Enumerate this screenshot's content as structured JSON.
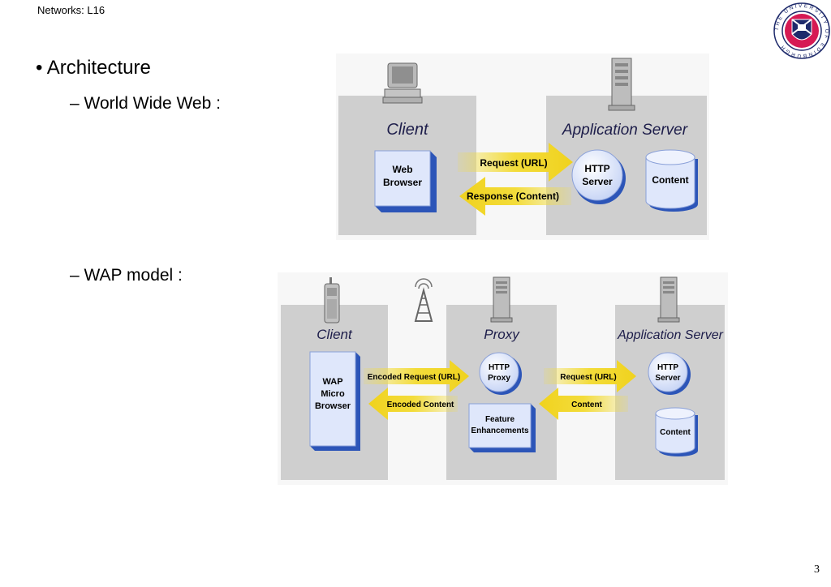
{
  "header": {
    "course": "Networks: L16"
  },
  "slide": {
    "bullet": "Architecture",
    "sub1": "– World Wide Web :",
    "sub2": "– WAP model :",
    "page": "3"
  },
  "logo": {
    "ring_text": "THE UNIVERSITY OF EDINBURGH"
  },
  "www": {
    "client_title": "Client",
    "server_title": "Application Server",
    "browser": [
      "Web",
      "Browser"
    ],
    "request": "Request (URL)",
    "response": "Response (Content)",
    "http": [
      "HTTP",
      "Server"
    ],
    "content": "Content"
  },
  "wap": {
    "client_title": "Client",
    "proxy_title": "Proxy",
    "server_title": "Application Server",
    "browser": [
      "WAP",
      "Micro",
      "Browser"
    ],
    "enc_request": "Encoded Request (URL)",
    "enc_content": "Encoded Content",
    "proxy_http": [
      "HTTP",
      "Proxy"
    ],
    "feature": [
      "Feature",
      "Enhancements"
    ],
    "request": "Request (URL)",
    "content_arrow": "Content",
    "server_http": [
      "HTTP",
      "Server"
    ],
    "content": "Content"
  },
  "colors": {
    "panel": "#cfcfcf",
    "box": "#dfe7fb",
    "box_side": "#2c55b8",
    "arrow": "#f3dc3a",
    "title": "#1d1d4a"
  }
}
